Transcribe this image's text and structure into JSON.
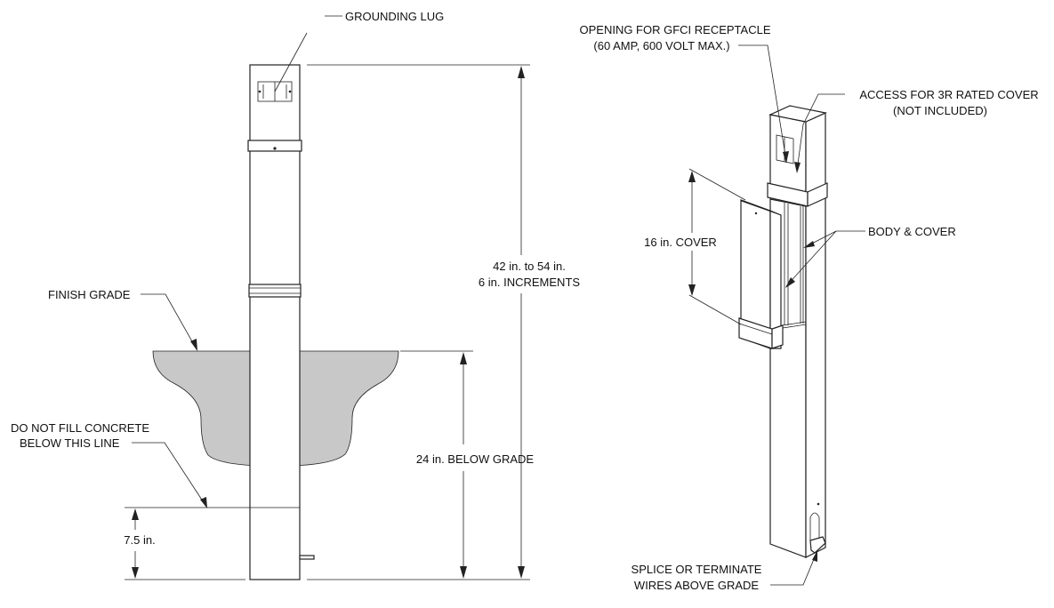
{
  "colors": {
    "line": "#222222",
    "concrete": "#c8c8c8",
    "background": "#ffffff"
  },
  "front_view": {
    "grounding_lug": "GROUNDING LUG",
    "finish_grade": "FINISH GRADE",
    "no_fill_line1": "DO NOT FILL CONCRETE",
    "no_fill_line2": "BELOW THIS LINE",
    "height_line1": "42 in. to 54 in.",
    "height_line2": "6 in. INCREMENTS",
    "below_grade": "24 in. BELOW GRADE",
    "bottom_dim": "7.5 in."
  },
  "iso_view": {
    "gfci_line1": "OPENING FOR GFCI RECEPTACLE",
    "gfci_line2": "(60 AMP, 600 VOLT MAX.)",
    "access_line1": "ACCESS FOR 3R RATED COVER",
    "access_line2": "(NOT INCLUDED)",
    "body_cover": "BODY & COVER",
    "cover_length": "16 in. COVER",
    "splice_line1": "SPLICE OR TERMINATE",
    "splice_line2": "WIRES ABOVE GRADE"
  }
}
